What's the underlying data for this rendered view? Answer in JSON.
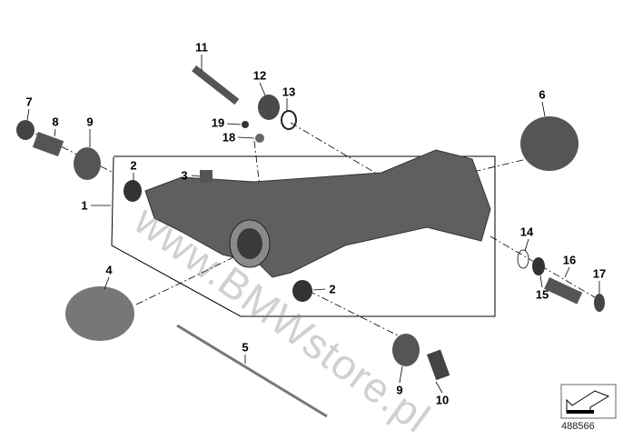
{
  "callouts": {
    "c11": "11",
    "c12": "12",
    "c13": "13",
    "c7": "7",
    "c8": "8",
    "c9a": "9",
    "c6": "6",
    "c19": "19",
    "c18": "18",
    "c2a": "2",
    "c3": "3",
    "c1": "1",
    "c14": "14",
    "c16": "16",
    "c17": "17",
    "c15": "15",
    "c4": "4",
    "c2b": "2",
    "c5": "5",
    "c9b": "9",
    "c10": "10"
  },
  "watermark": "www.BMWstore.pl",
  "document_number": "488566",
  "colors": {
    "part": "#5a5a5a",
    "part_light": "#8a8a8a",
    "line": "#000000"
  }
}
